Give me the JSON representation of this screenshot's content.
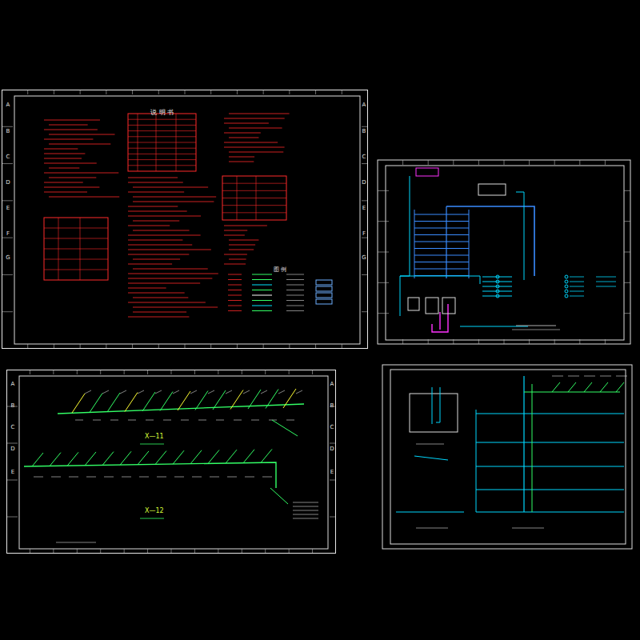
{
  "diagram": {
    "nodes": [
      {
        "text": [
          "说 明 书"
        ]
      },
      {
        "text": [
          "X—11",
          "X—12"
        ]
      }
    ],
    "labels": [
      "A",
      "B",
      "C",
      "D",
      "E",
      "F",
      "G",
      "A",
      "B",
      "C",
      "D",
      "E",
      "F",
      "G",
      "A",
      "B",
      "C",
      "D",
      "E",
      "A",
      "B",
      "C",
      "D",
      "E",
      "图 例"
    ]
  }
}
